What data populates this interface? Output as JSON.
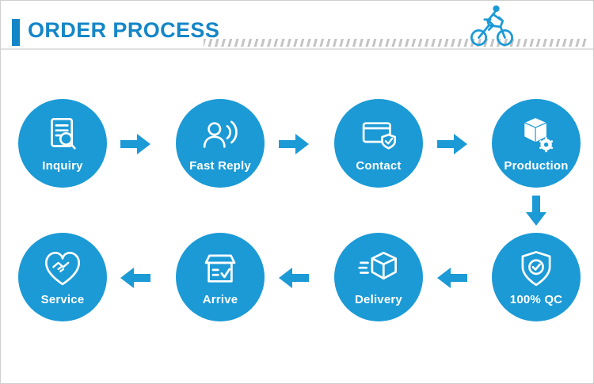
{
  "header": {
    "title": "ORDER PROCESS"
  },
  "steps": {
    "row1": [
      {
        "label": "Inquiry",
        "icon": "document-with-magnifier"
      },
      {
        "label": "Fast Reply",
        "icon": "person-with-sound-waves"
      },
      {
        "label": "Contact",
        "icon": "card-with-shield-check"
      },
      {
        "label": "Production",
        "icon": "box-with-gear"
      }
    ],
    "row2": [
      {
        "label": "100% QC",
        "icon": "shield-with-check"
      },
      {
        "label": "Delivery",
        "icon": "box-with-speed-lines"
      },
      {
        "label": "Arrive",
        "icon": "package-with-checklist"
      },
      {
        "label": "Service",
        "icon": "heart-with-handshake"
      }
    ]
  },
  "decor": {
    "tire_track": "dashed-tread-pattern",
    "bike": "child-riding-bicycle-icon"
  },
  "colors": {
    "primary": "#1b9ad6",
    "title": "#1486c8",
    "track": "#c4c4c4",
    "divider": "#e1e1e1",
    "icon_stroke": "#ffffff"
  }
}
